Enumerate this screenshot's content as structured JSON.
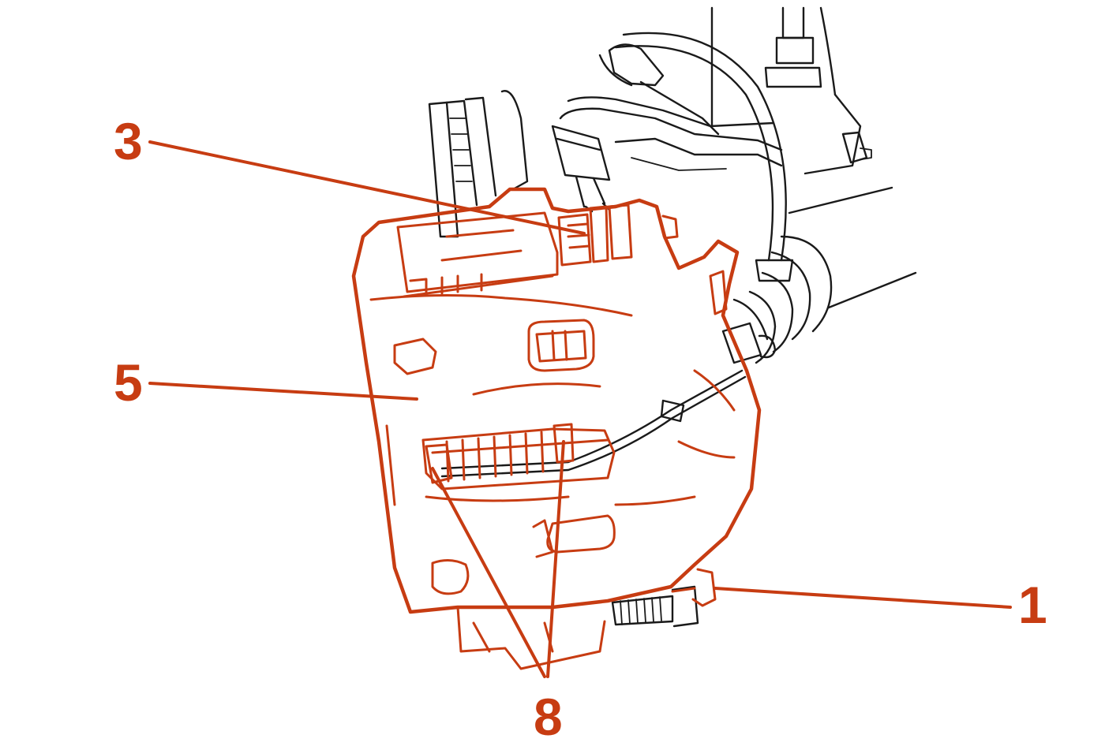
{
  "colors": {
    "callout": "#c73c12",
    "line_art": "#1a1a1a",
    "background": "#ffffff"
  },
  "callouts": [
    {
      "id": "callout-3",
      "text": "3"
    },
    {
      "id": "callout-5",
      "text": "5"
    },
    {
      "id": "callout-1",
      "text": "1"
    },
    {
      "id": "callout-8",
      "text": "8"
    }
  ]
}
